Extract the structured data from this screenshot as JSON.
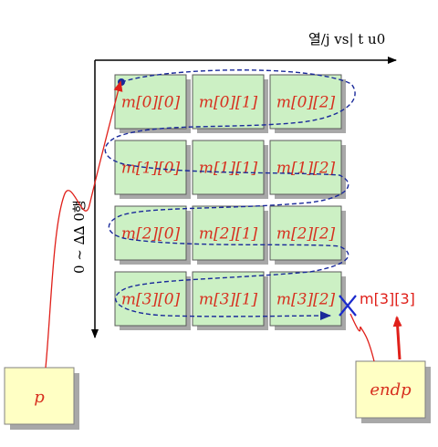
{
  "axes": {
    "x_label": "열/j vs| t u0",
    "y_label": "0 ~ ∆∆ 0행"
  },
  "matrix": {
    "rows": [
      [
        "m[0][0]",
        "m[0][1]",
        "m[0][2]"
      ],
      [
        "m[1][0]",
        "m[1][1]",
        "m[1][2]"
      ],
      [
        "m[2][0]",
        "m[2][1]",
        "m[2][2]"
      ],
      [
        "m[3][0]",
        "m[3][1]",
        "m[3][2]"
      ]
    ]
  },
  "pointer_p": {
    "label": "p"
  },
  "pointer_endp": {
    "label": "endp"
  },
  "out_of_bounds": {
    "label": "m[3][3]",
    "marker": "X"
  },
  "colors": {
    "cell_fill": "#ccf0c4",
    "cell_shadow": "#a8a8a8",
    "box_fill": "#ffffc4",
    "text_red": "#d7301f",
    "path_blue": "#1a2a9a",
    "arrow_red": "#e0201a"
  }
}
